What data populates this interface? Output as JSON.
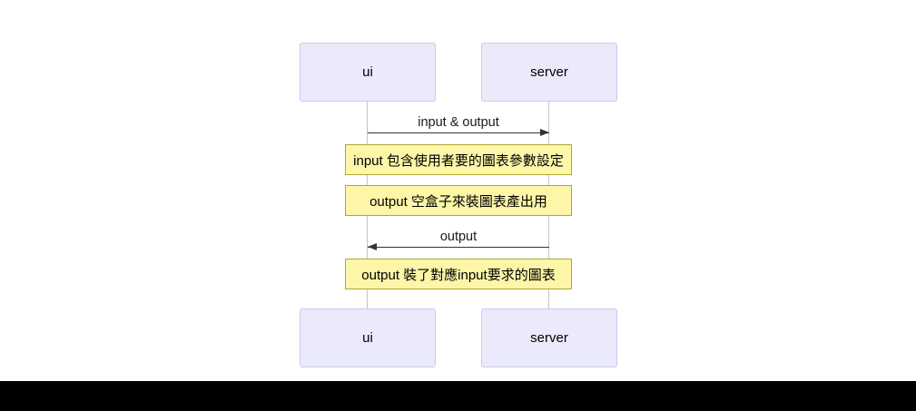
{
  "diagram": {
    "type": "sequence",
    "actors": [
      {
        "label": "ui"
      },
      {
        "label": "server"
      }
    ],
    "messages": [
      {
        "from": "ui",
        "to": "server",
        "label": "input & output"
      },
      {
        "from": "server",
        "to": "ui",
        "label": "output"
      }
    ],
    "notes": [
      {
        "text": "input 包含使用者要的圖表參數設定"
      },
      {
        "text": "output 空盒子來裝圖表產出用"
      },
      {
        "text": "output 裝了對應input要求的圖表"
      }
    ],
    "colors": {
      "background": "#FFFFFF",
      "actor_fill": "#EAEAFB",
      "actor_border": "#C9C9F0",
      "note_fill": "#FDF6A8",
      "note_border": "#AAAA33",
      "lifeline": "#C4C4C4",
      "arrow": "#333333",
      "bottom_bar": "#000000"
    }
  }
}
